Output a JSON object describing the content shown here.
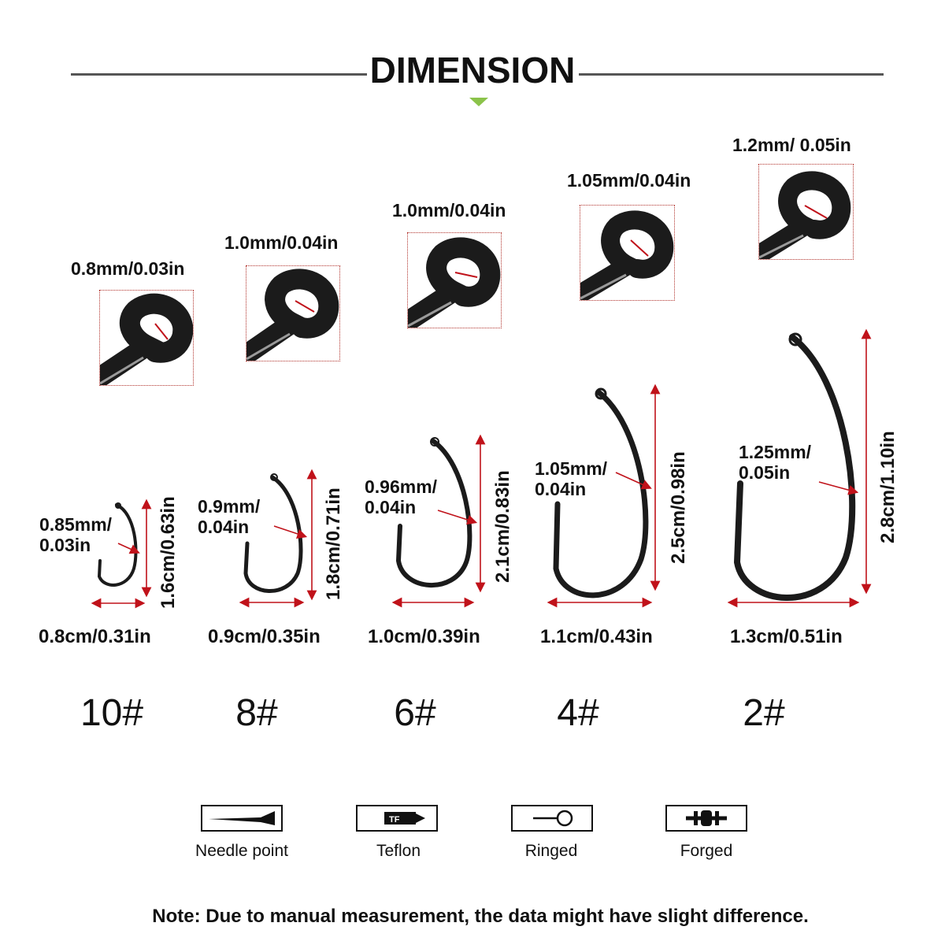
{
  "title": "DIMENSION",
  "colors": {
    "accent_arrow": "#8bc34a",
    "measure": "#c0121a",
    "hook": "#1b1b1b"
  },
  "hooks": [
    {
      "size": "10#",
      "eye": "0.8mm/0.03in",
      "thickness": "0.85mm/\n0.03in",
      "length": "1.6cm/0.63in",
      "width": "0.8cm/0.31in"
    },
    {
      "size": "8#",
      "eye": "1.0mm/0.04in",
      "thickness": "0.9mm/\n0.04in",
      "length": "1.8cm/0.71in",
      "width": "0.9cm/0.35in"
    },
    {
      "size": "6#",
      "eye": "1.0mm/0.04in",
      "thickness": "0.96mm/\n0.04in",
      "length": "2.1cm/0.83in",
      "width": "1.0cm/0.39in"
    },
    {
      "size": "4#",
      "eye": "1.05mm/0.04in",
      "thickness": "1.05mm/\n0.04in",
      "length": "2.5cm/0.98in",
      "width": "1.1cm/0.43in"
    },
    {
      "size": "2#",
      "eye": "1.2mm/ 0.05in",
      "thickness": "1.25mm/\n0.05in",
      "length": "2.8cm/1.10in",
      "width": "1.3cm/0.51in"
    }
  ],
  "features": [
    {
      "label": "Needle point",
      "icon": "needle-point-icon"
    },
    {
      "label": "Teflon",
      "icon": "teflon-icon",
      "badge": "TF"
    },
    {
      "label": "Ringed",
      "icon": "ringed-icon"
    },
    {
      "label": "Forged",
      "icon": "forged-icon"
    }
  ],
  "note": "Note: Due to manual measurement, the data might have slight difference."
}
